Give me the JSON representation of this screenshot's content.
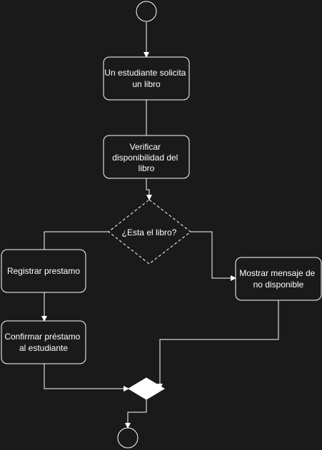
{
  "diagram": {
    "nodes": {
      "request": [
        "Un estudiante solicita",
        "un libro"
      ],
      "verify": [
        "Verificar",
        "disponibilidad del",
        "libro"
      ],
      "decision": [
        "¿Esta el libro?"
      ],
      "register": [
        "Registrar prestamo"
      ],
      "confirm": [
        "Confirmar préstamo",
        "al estudiante"
      ],
      "unavailable": [
        "Mostrar mensaje de",
        "no disponible"
      ]
    }
  }
}
